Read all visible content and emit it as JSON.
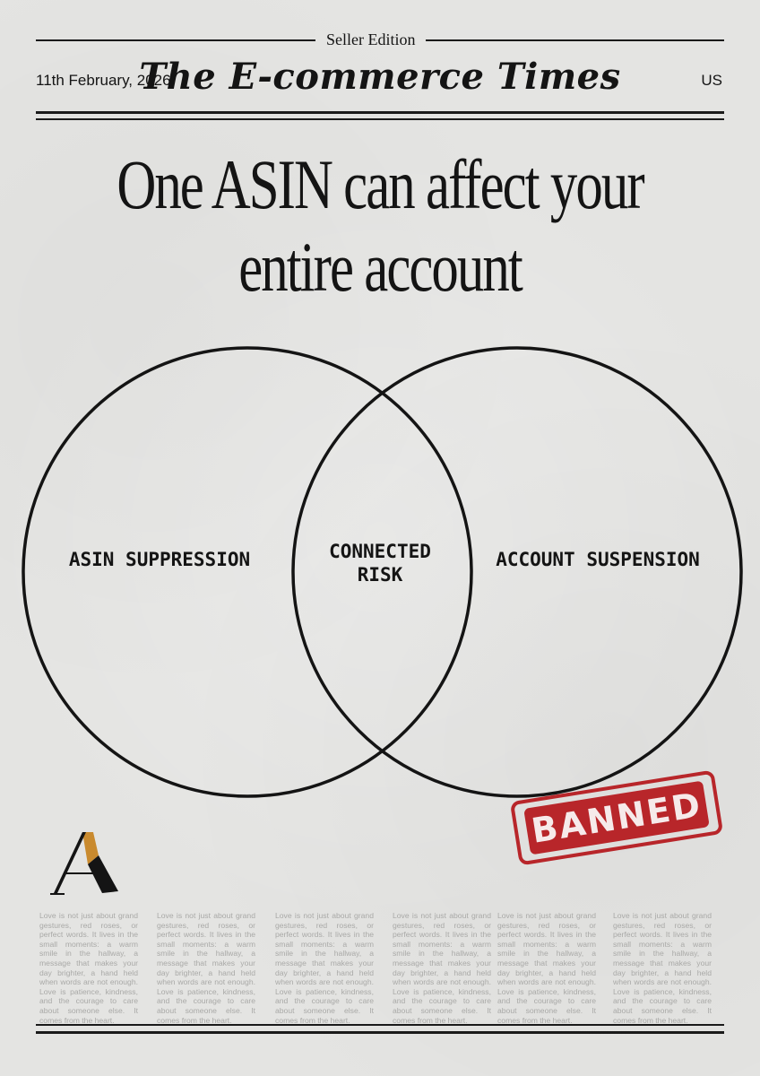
{
  "masthead": {
    "edition": "Seller Edition",
    "date": "11th February, 2026",
    "title": "The E-commerce Times",
    "country": "US"
  },
  "headline": {
    "line1": "One ASIN can affect your",
    "line2": "entire account"
  },
  "venn": {
    "left_label": "ASIN SUPPRESSION",
    "center_label_line1": "CONNECTED",
    "center_label_line2": "RISK",
    "right_label": "ACCOUNT SUSPENSION"
  },
  "stamp": {
    "text": "BANNED",
    "color": "#b8262a"
  },
  "logo": {
    "icon": "letter-a-logo-icon",
    "accent_color": "#c98a2e"
  },
  "filler_text": "Love is not just about grand gestures, red roses, or perfect words. It lives in the small moments: a warm smile in the hallway, a message that makes your day brighter, a hand held when words are not enough. Love is patience, kindness, and the courage to care about someone else. It comes from the heart."
}
